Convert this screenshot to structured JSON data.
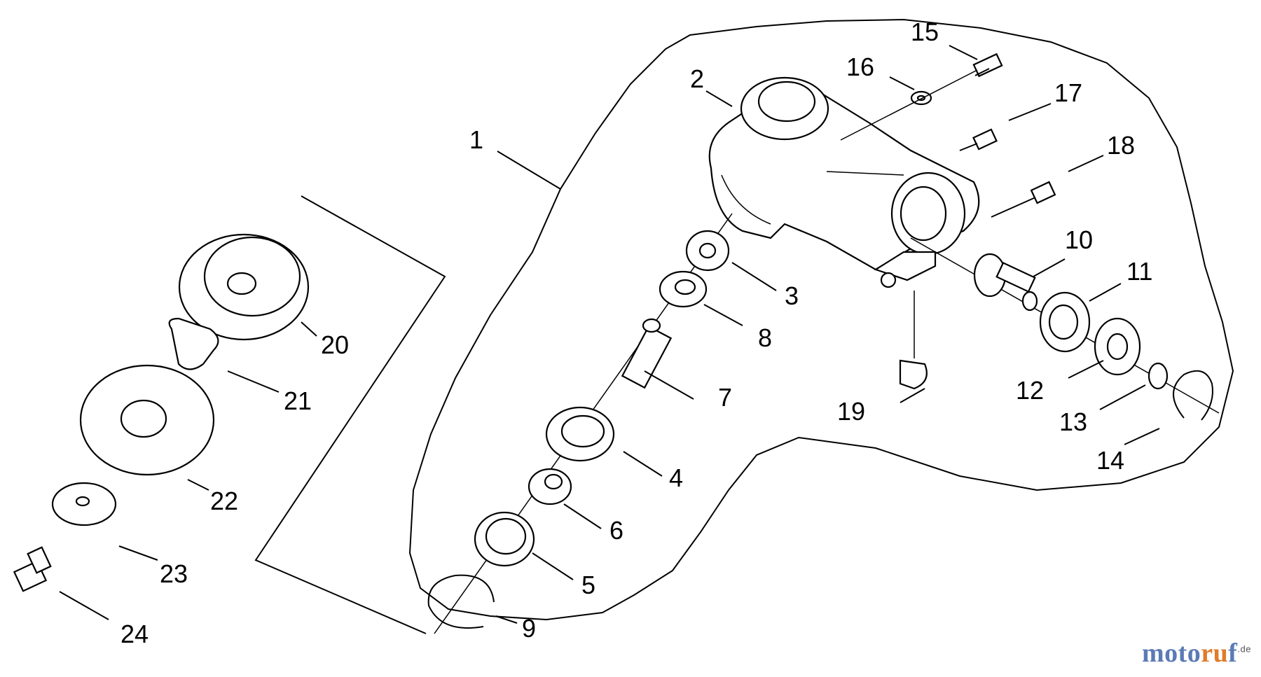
{
  "diagram": {
    "callouts": [
      {
        "id": "1",
        "text": "1"
      },
      {
        "id": "2",
        "text": "2"
      },
      {
        "id": "3",
        "text": "3"
      },
      {
        "id": "4",
        "text": "4"
      },
      {
        "id": "5",
        "text": "5"
      },
      {
        "id": "6",
        "text": "6"
      },
      {
        "id": "7",
        "text": "7"
      },
      {
        "id": "8",
        "text": "8"
      },
      {
        "id": "9",
        "text": "9"
      },
      {
        "id": "10",
        "text": "10"
      },
      {
        "id": "11",
        "text": "11"
      },
      {
        "id": "12",
        "text": "12"
      },
      {
        "id": "13",
        "text": "13"
      },
      {
        "id": "14",
        "text": "14"
      },
      {
        "id": "15",
        "text": "15"
      },
      {
        "id": "16",
        "text": "16"
      },
      {
        "id": "17",
        "text": "17"
      },
      {
        "id": "18",
        "text": "18"
      },
      {
        "id": "19",
        "text": "19"
      },
      {
        "id": "20",
        "text": "20"
      },
      {
        "id": "21",
        "text": "21"
      },
      {
        "id": "22",
        "text": "22"
      },
      {
        "id": "23",
        "text": "23"
      },
      {
        "id": "24",
        "text": "24"
      }
    ]
  },
  "brand": {
    "part1": "moto",
    "part2": "ru",
    "part3": "f",
    "suffix": ".de"
  },
  "colors": {
    "brand_blue": "#5b7bb5",
    "brand_orange": "#e07b2a"
  }
}
